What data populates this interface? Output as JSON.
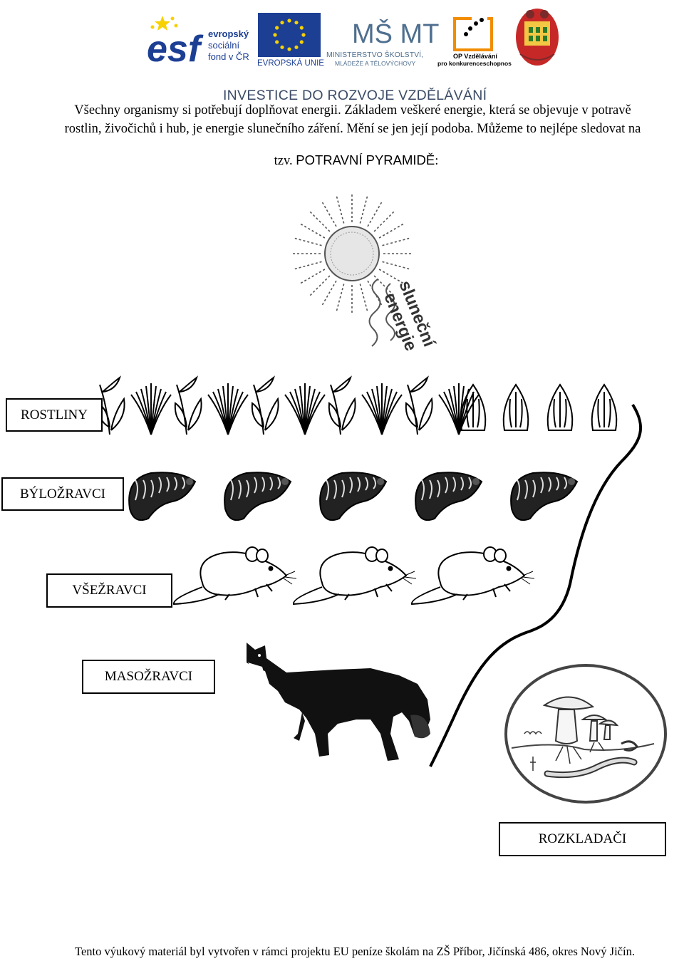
{
  "header": {
    "logos": {
      "esf_wordmark": "esf",
      "esf_caption": [
        "evropský",
        "sociální",
        "fond v ČR"
      ],
      "eu_caption": "EVROPSKÁ UNIE",
      "msmt_mark": "MŠ MT",
      "msmt_caption": [
        "MINISTERSTVO ŠKOLSTVÍ,",
        "MLÁDEŽE A TĚLOVÝCHOVY"
      ],
      "op_caption": [
        "OP Vzdělávání",
        "pro konkurenceschopnost"
      ]
    },
    "slogan": "INVESTICE DO ROZVOJE VZDĚLÁVÁNÍ"
  },
  "intro": {
    "line1": "Všechny organismy si potřebují doplňovat energii. Základem veškeré energie, která se objevuje v potravě",
    "line2": "rostlin, živočichů i hub, je energie slunečního záření. Mění se jen její podoba. Můžeme to nejlépe sledovat na",
    "heading_prefix": "tzv. ",
    "heading": "POTRAVNÍ PYRAMIDĚ",
    "heading_suffix": ":"
  },
  "sun_label": [
    "sluneční",
    "energie"
  ],
  "levels": {
    "producers": "ROSTLINY",
    "herbivores": "BÝLOŽRAVCI",
    "omnivores": "VŠEŽRAVCI",
    "carnivores": "MASOŽRAVCI",
    "decomposers": "ROZKLADAČI"
  },
  "footer": "Tento výukový materiál byl vytvořen v rámci projektu EU peníze školám na ZŠ Příbor, Jičínská 486, okres Nový Jičín."
}
